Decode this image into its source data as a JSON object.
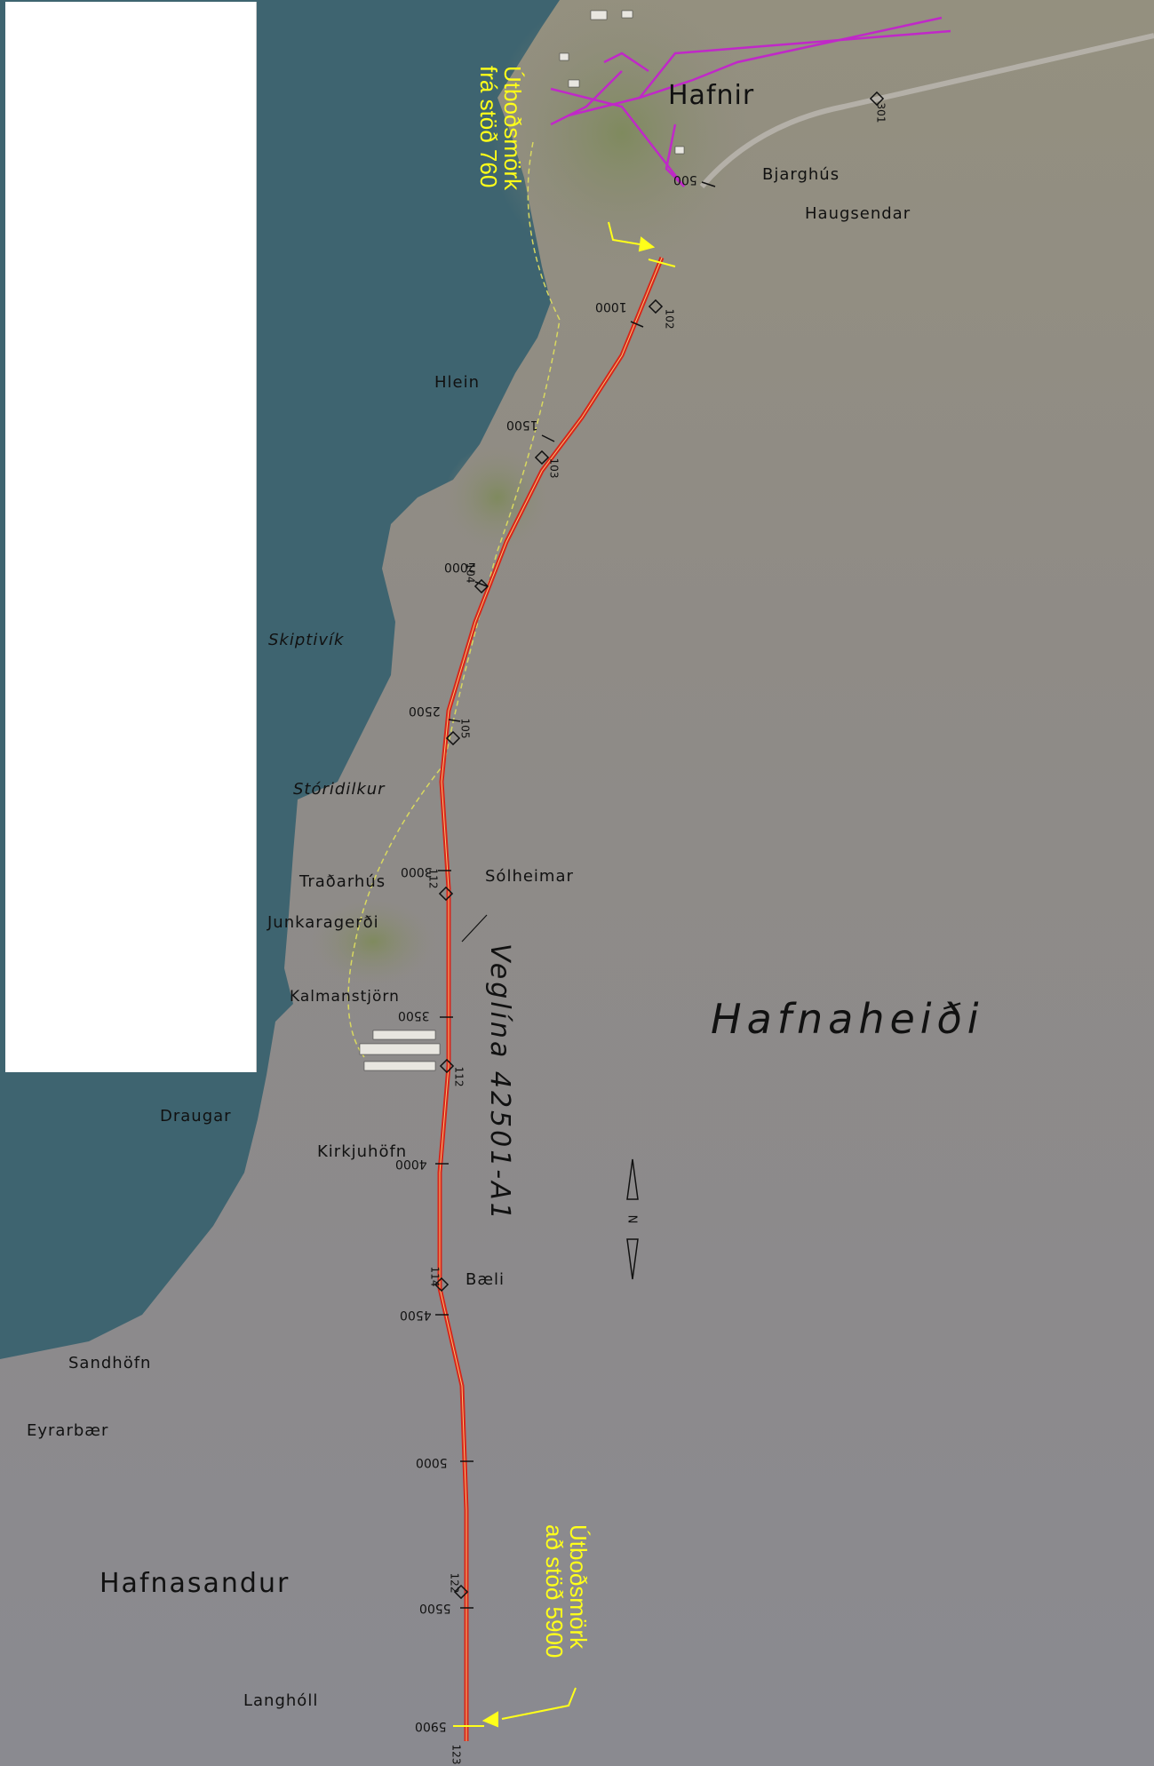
{
  "map": {
    "colors": {
      "sea": "#3e6470",
      "land_north": "#8f8a80",
      "lava": "#8b8b90",
      "road": "#d8261a",
      "alignment_marker": "#ffff1a",
      "utility_lines": "#c028c8"
    },
    "labels": {
      "hafnir": "Hafnir",
      "bjarghus": "Bjarghús",
      "haugsendar": "Haugsendar",
      "hlein": "Hlein",
      "skiptivik": "Skiptivík",
      "storidilkur": "Stóridilkur",
      "tradarhus": "Traðarhús",
      "solheimar": "Sólheimar",
      "junkaragerdi": "Junkaragerði",
      "kalmanstjorn": "Kalmanstjörn",
      "draugar": "Draugar",
      "kirkjuhofn": "Kirkjuhöfn",
      "baeli": "Bæli",
      "sandhofn": "Sandhöfn",
      "eyrarbaer": "Eyrarbær",
      "hafnasandur": "Hafnasandur",
      "langholl": "Langhóll",
      "hafnaheidi": "Hafnaheiði",
      "veglina": "Veglína 42501-A1"
    },
    "start_marker": {
      "line1": "Útboðsmörk",
      "line2": "frá stöð 760"
    },
    "end_marker": {
      "line1": "Útboðsmörk",
      "line2": "að stöð 5900"
    },
    "stations": [
      "500",
      "1000",
      "1500",
      "2000",
      "2500",
      "3000",
      "3500",
      "4000",
      "4500",
      "5000",
      "5500",
      "5900"
    ],
    "points": [
      "301",
      "102",
      "103",
      "104",
      "105",
      "112",
      "112",
      "114",
      "122",
      "123"
    ],
    "north_arrow": "N"
  }
}
